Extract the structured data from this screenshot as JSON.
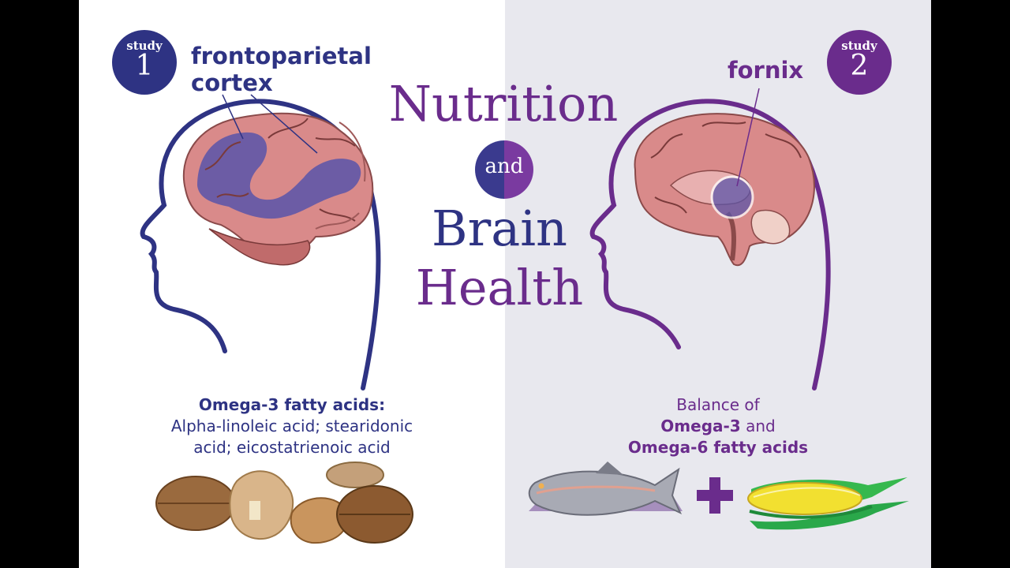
{
  "title": {
    "nutrition": "Nutrition",
    "and": "and",
    "brain": "Brain",
    "health": "Health"
  },
  "study1": {
    "badge_small": "study",
    "badge_num": "1",
    "region_label_line1": "frontoparietal",
    "region_label_line2": "cortex",
    "caption_bold": "Omega-3 fatty acids:",
    "caption_line2": "Alpha-linoleic acid; stearidonic",
    "caption_line3": "acid; eicostatrienoic acid",
    "food_icon": "walnuts"
  },
  "study2": {
    "badge_small": "study",
    "badge_num": "2",
    "region_label": "fornix",
    "caption_line1": "Balance of",
    "caption_bold1": "Omega-3",
    "caption_and": " and",
    "caption_bold2": "Omega-6 fatty acids",
    "food_icons": [
      "salmon",
      "plus-sign",
      "corn"
    ]
  },
  "colors": {
    "navy": "#2e3383",
    "purple": "#6a2c8c",
    "brain_pink": "#d98a8a",
    "highlight": "#5c55a8",
    "right_bg": "#e8e8ee"
  }
}
